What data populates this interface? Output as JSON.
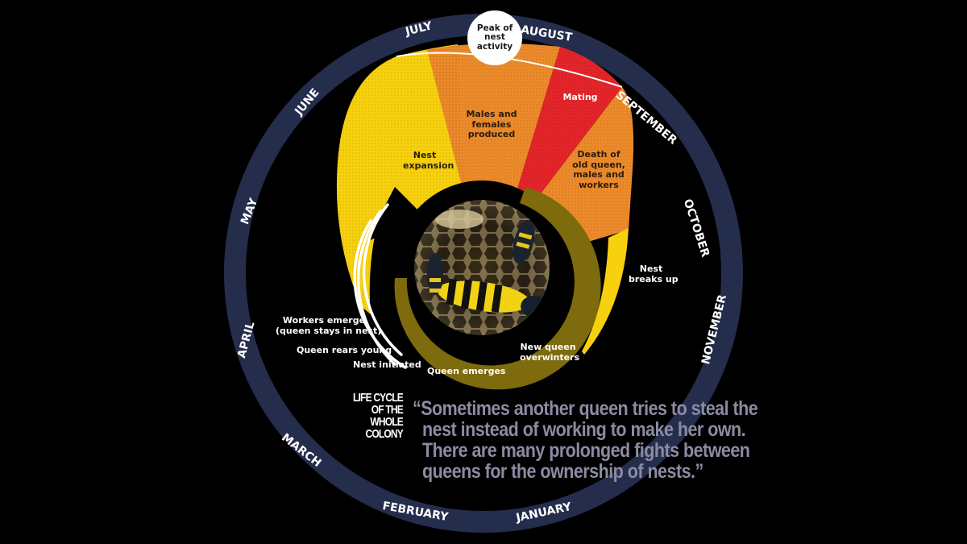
{
  "diagram": {
    "title_lines": [
      "LIFE CYCLE",
      "OF THE",
      "WHOLE",
      "COLONY"
    ],
    "months": [
      "JULY",
      "AUGUST",
      "SEPTEMBER",
      "OCTOBER",
      "NOVEMBER",
      "JANUARY",
      "FEBRUARY",
      "MARCH",
      "APRIL",
      "MAY",
      "JUNE"
    ],
    "peak_label": [
      "Peak of",
      "nest",
      "activity"
    ],
    "segments": [
      {
        "name": "nest-expansion",
        "lines": [
          "Nest",
          "expansion"
        ],
        "color": "#f7d00e"
      },
      {
        "name": "males-females",
        "lines": [
          "Males and",
          "females",
          "produced"
        ],
        "color": "#ec8a2a"
      },
      {
        "name": "mating",
        "lines": [
          "Mating"
        ],
        "color": "#e3252a"
      },
      {
        "name": "death",
        "lines": [
          "Death of",
          "old queen,",
          "males and",
          "workers"
        ],
        "color": "#ec8a2a"
      }
    ],
    "outer_labels": {
      "nest_breaks_up": [
        "Nest",
        "breaks up"
      ],
      "workers_emerge": [
        "Workers emerge",
        "(queen stays in nest)"
      ],
      "queen_rears_young": "Queen rears young",
      "nest_initiated": "Nest initiated",
      "queen_emerges": "Queen emerges",
      "new_queen_overwinters": [
        "New queen",
        "overwinters"
      ]
    },
    "colors": {
      "ring": "#252d4c",
      "yellow": "#f7d00e",
      "orange": "#ec8a2a",
      "red": "#e3252a",
      "olive": "#7d6b0d",
      "quote": "#8b8ba2"
    }
  },
  "quote": {
    "lines": [
      "“Sometimes another queen tries to steal the",
      "nest instead of working to make her own.",
      "There are many prolonged fights between",
      "queens for the ownership of nests.”"
    ]
  }
}
